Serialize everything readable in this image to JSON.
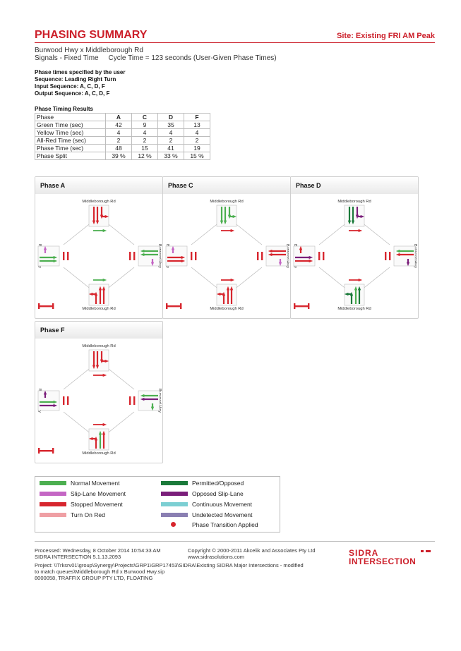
{
  "header": {
    "title": "PHASING SUMMARY",
    "site": "Site: Existing FRI AM Peak",
    "road": "Burwood Hwy x Middleborough Rd",
    "signals": "Signals - Fixed Time     Cycle Time = 123 seconds (User-Given Phase Times)"
  },
  "settings": {
    "line1": "Phase times specified by the user",
    "line2": "Sequence: Leading Right Turn",
    "line3": "Input Sequence: A, C, D, F",
    "line4": "Output Sequence: A, C, D, F"
  },
  "timing": {
    "heading": "Phase Timing Results",
    "columns": [
      "Phase",
      "A",
      "C",
      "D",
      "F"
    ],
    "rows": [
      [
        "Green Time (sec)",
        "42",
        "9",
        "35",
        "13"
      ],
      [
        "Yellow Time (sec)",
        "4",
        "4",
        "4",
        "4"
      ],
      [
        "All-Red Time (sec)",
        "2",
        "2",
        "2",
        "2"
      ],
      [
        "Phase Time (sec)",
        "48",
        "15",
        "41",
        "19"
      ],
      [
        "Phase Split",
        "39 %",
        "12 %",
        "33 %",
        "15 %"
      ]
    ]
  },
  "diagram_labels": {
    "top": "Middleborough Rd",
    "bottom": "Middleborough Rd",
    "left": "Burwood Hwy",
    "right": "Burwood Hwy"
  },
  "phases": [
    {
      "name": "Phase A"
    },
    {
      "name": "Phase C"
    },
    {
      "name": "Phase D"
    },
    {
      "name": "Phase F"
    }
  ],
  "legend": {
    "items": [
      {
        "label": "Normal Movement",
        "color": "#4caf50"
      },
      {
        "label": "Permitted/Opposed",
        "color": "#1b7a3a"
      },
      {
        "label": "Slip-Lane Movement",
        "color": "#c466c4"
      },
      {
        "label": "Opposed Slip-Lane",
        "color": "#7a1e7a"
      },
      {
        "label": "Stopped Movement",
        "color": "#d7262e"
      },
      {
        "label": "Continuous Movement",
        "color": "#7ccfd3"
      },
      {
        "label": "Turn On Red",
        "color": "#ef9fa4"
      },
      {
        "label": "Undetected Movement",
        "color": "#8a7fb2"
      },
      {
        "label": "",
        "color": ""
      },
      {
        "label": "Phase Transition Applied",
        "color": "#d7262e"
      }
    ]
  },
  "footer": {
    "processed": "Processed: Wednesday, 8 October 2014 10:54:33 AM",
    "version": "SIDRA INTERSECTION 5.1.13.2093",
    "copyright": "Copyright © 2000-2011 Akcelik and Associates Pty Ltd",
    "website": "www.sidrasolutions.com",
    "project1": "Project: \\\\Trksrv01\\group\\Synergy\\Projects\\GRP1\\GRP17453\\SIDRA\\Existing SIDRA Major Intersections - modified",
    "project2": "to match queues\\Middleborough Rd x Burwood Hwy.sip",
    "licence": "8000058, TRAFFIX GROUP PTY LTD, FLOATING",
    "logo_line1": "SIDRA",
    "logo_line2": "INTERSECTION"
  }
}
